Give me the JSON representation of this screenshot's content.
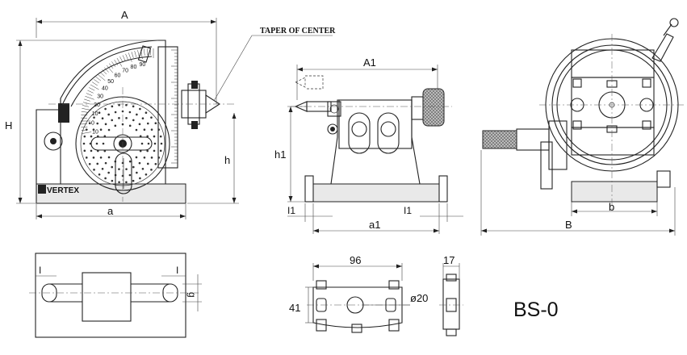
{
  "model": "BS-0",
  "brand": "VERTEX",
  "callout": "TAPER OF CENTER",
  "dims": {
    "A": "A",
    "H": "H",
    "h": "h",
    "a": "a",
    "A1": "A1",
    "h1": "h1",
    "I1_left": "I1",
    "I1_right": "I1",
    "a1": "a1",
    "B": "B",
    "b": "b",
    "I_left": "I",
    "I_right": "I",
    "g": "g",
    "w96": "96",
    "w17": "17",
    "h41": "41",
    "d20": "ø20"
  },
  "scale": [
    "90",
    "80",
    "70",
    "60",
    "50",
    "40",
    "30",
    "20",
    "10",
    "0",
    "10"
  ]
}
